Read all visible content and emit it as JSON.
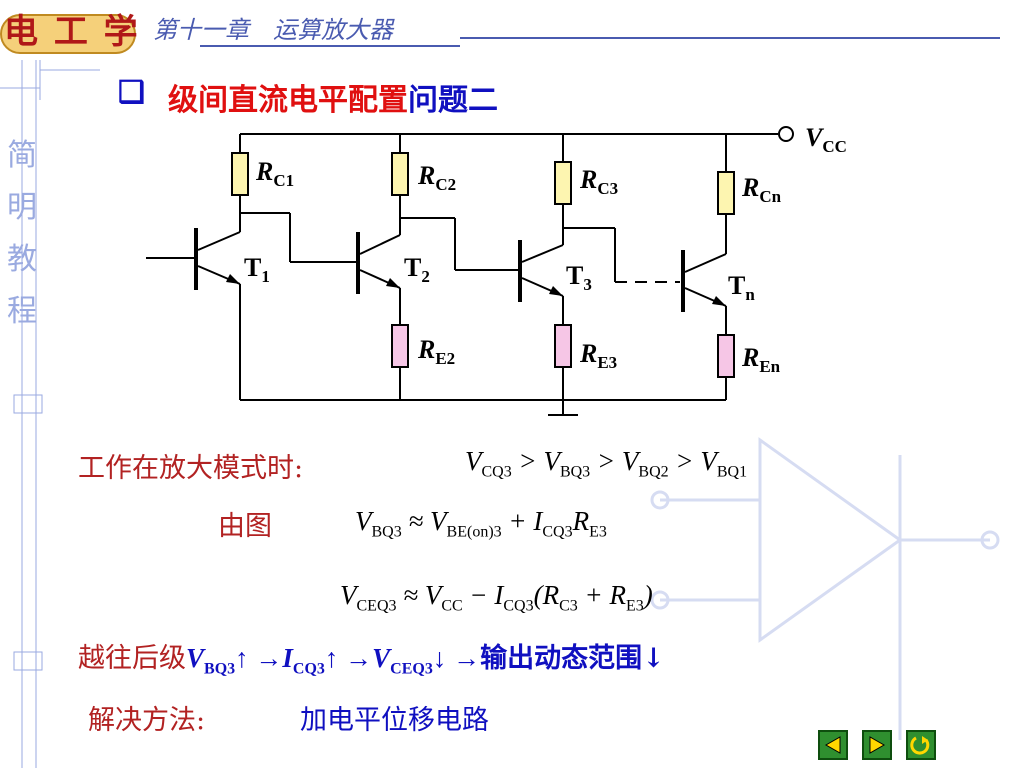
{
  "header": {
    "logo_text": "电 工 学",
    "chapter": "第十一章　运算放大器"
  },
  "sidebar": {
    "chars": [
      "简",
      "明",
      "教",
      "程"
    ]
  },
  "section": {
    "bullet": "❑",
    "title_red": "级间直流电平配置",
    "title_blue": "问题二"
  },
  "circuit": {
    "vcc": "V",
    "vcc_sub": "CC",
    "resistors": [
      {
        "r": "R",
        "sub": "C1"
      },
      {
        "r": "R",
        "sub": "C2"
      },
      {
        "r": "R",
        "sub": "C3"
      },
      {
        "r": "R",
        "sub": "Cn"
      },
      {
        "r": "R",
        "sub": "E2"
      },
      {
        "r": "R",
        "sub": "E3"
      },
      {
        "r": "R",
        "sub": "En"
      }
    ],
    "transistors": [
      {
        "t": "T",
        "sub": "1"
      },
      {
        "t": "T",
        "sub": "2"
      },
      {
        "t": "T",
        "sub": "3"
      },
      {
        "t": "T",
        "sub": "n"
      }
    ]
  },
  "content": {
    "mode_label": "工作在放大模式时:",
    "fig_label": "由图",
    "result_prefix": "越往后级",
    "result_suffix": "输出动态范围↓",
    "solution_label": "解决方法:",
    "solution_value": "加电平位移电路"
  },
  "nav": {
    "prev_icon": "triangle-left",
    "next_icon": "triangle-right",
    "return_icon": "return-arrow"
  }
}
